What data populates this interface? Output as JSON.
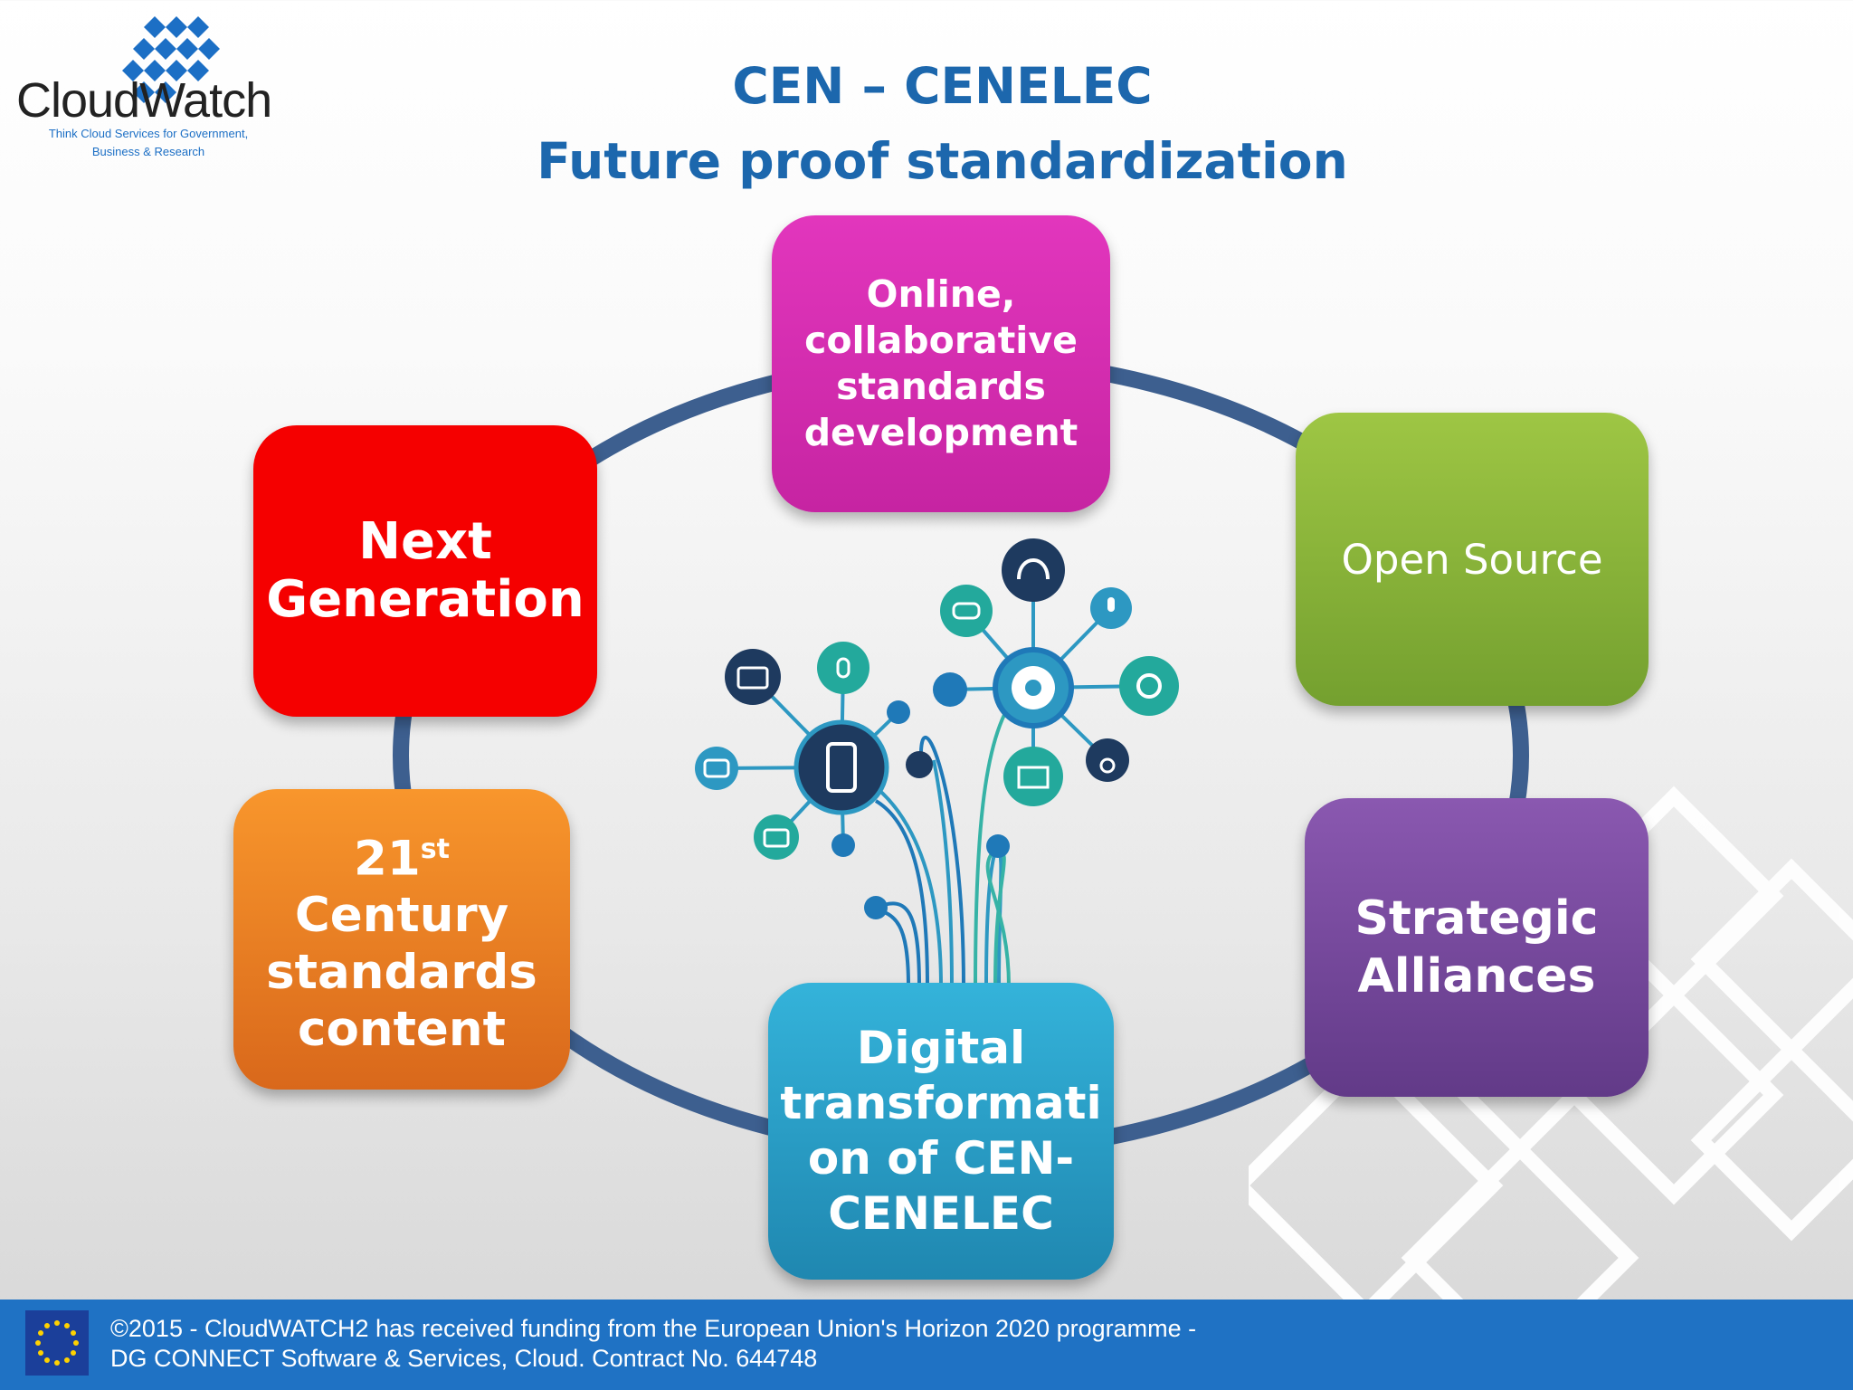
{
  "logo": {
    "name": "CloudWatch",
    "tagline_line1": "Think Cloud Services for Government,",
    "tagline_line2": "Business & Research"
  },
  "title": {
    "line1": "CEN – CENELEC",
    "line2": "Future proof standardization"
  },
  "boxes": {
    "online": {
      "text": "Online,\ncollaborative\nstandards\ndevelopment",
      "color": "#db2fb2"
    },
    "open_source": {
      "text": "Open Source",
      "color": "#8cb93a"
    },
    "strategic": {
      "text": "Strategic\nAlliances",
      "color": "#7b4ca1"
    },
    "digital": {
      "text": "Digital\ntransformati\non  of CEN-\nCENELEC",
      "color": "#2aa0c9"
    },
    "century": {
      "num": "21",
      "sup": "st",
      "text": "Century\nstandards\ncontent",
      "color": "#f0821e"
    },
    "next_gen": {
      "text": "Next\nGeneration",
      "color": "#f50000"
    }
  },
  "footer": {
    "line1": "©2015 - CloudWATCH2 has received funding from the European Union's Horizon 2020 programme -",
    "line2": "DG CONNECT Software & Services, Cloud. Contract No. 644748"
  }
}
